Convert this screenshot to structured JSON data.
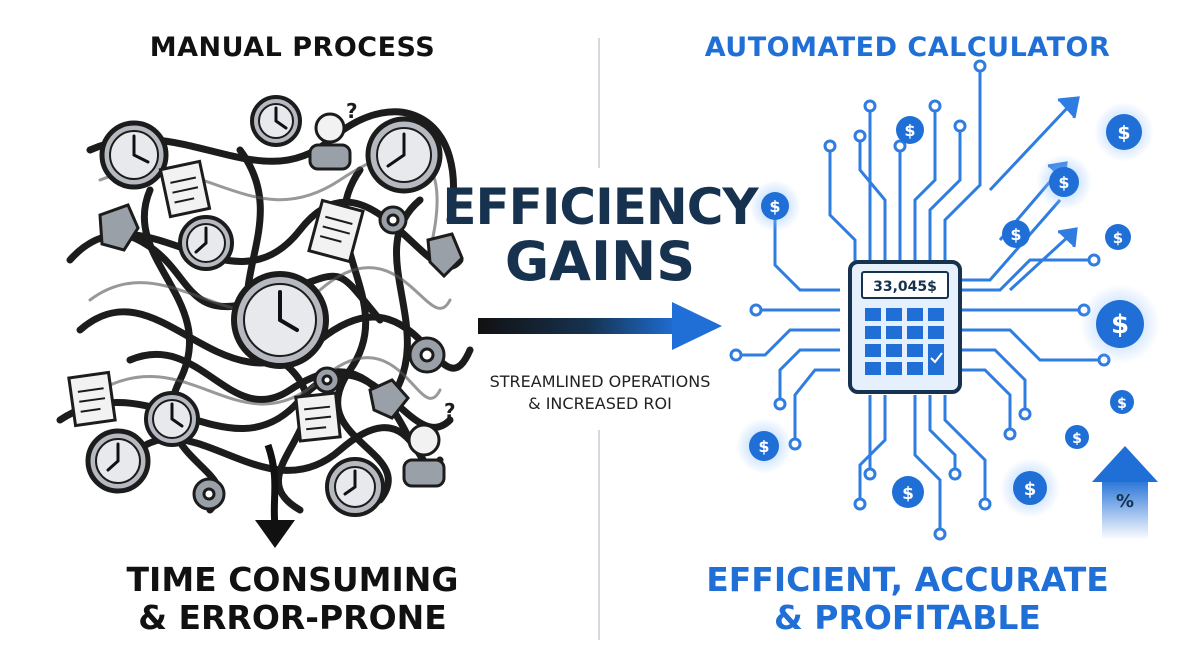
{
  "left_panel": {
    "title": "MANUAL PROCESS",
    "bottom_line_1": "TIME CONSUMING",
    "bottom_line_2": "& ERROR-PRONE"
  },
  "right_panel": {
    "title": "AUTOMATED CALCULATOR",
    "calculator_display": "33,045$",
    "bottom_line_1": "EFFICIENT, ACCURATE",
    "bottom_line_2": "& PROFITABLE",
    "dollar_symbol": "$",
    "percent_symbol": "%"
  },
  "center": {
    "title_line_1": "EFFICIENCY",
    "title_line_2": "GAINS",
    "subtitle_line_1": "STREAMLINED OPERATIONS",
    "subtitle_line_2": "& INCREASED ROI"
  },
  "colors": {
    "accent_blue": "#1f6fd6",
    "dark_navy": "#16324f",
    "ink": "#222222",
    "grey_fill": "#9aa0a8"
  }
}
